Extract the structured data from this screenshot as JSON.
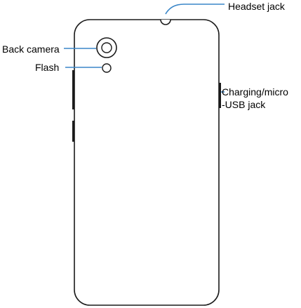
{
  "labels": {
    "headset_jack": "Headset jack",
    "back_camera": "Back camera",
    "flash": "Flash",
    "charging_line1": "Charging/micro",
    "charging_line2": "-USB jack"
  },
  "colors": {
    "outline": "#1a1a1a",
    "leader": "#3a86c8",
    "text": "#000000"
  }
}
